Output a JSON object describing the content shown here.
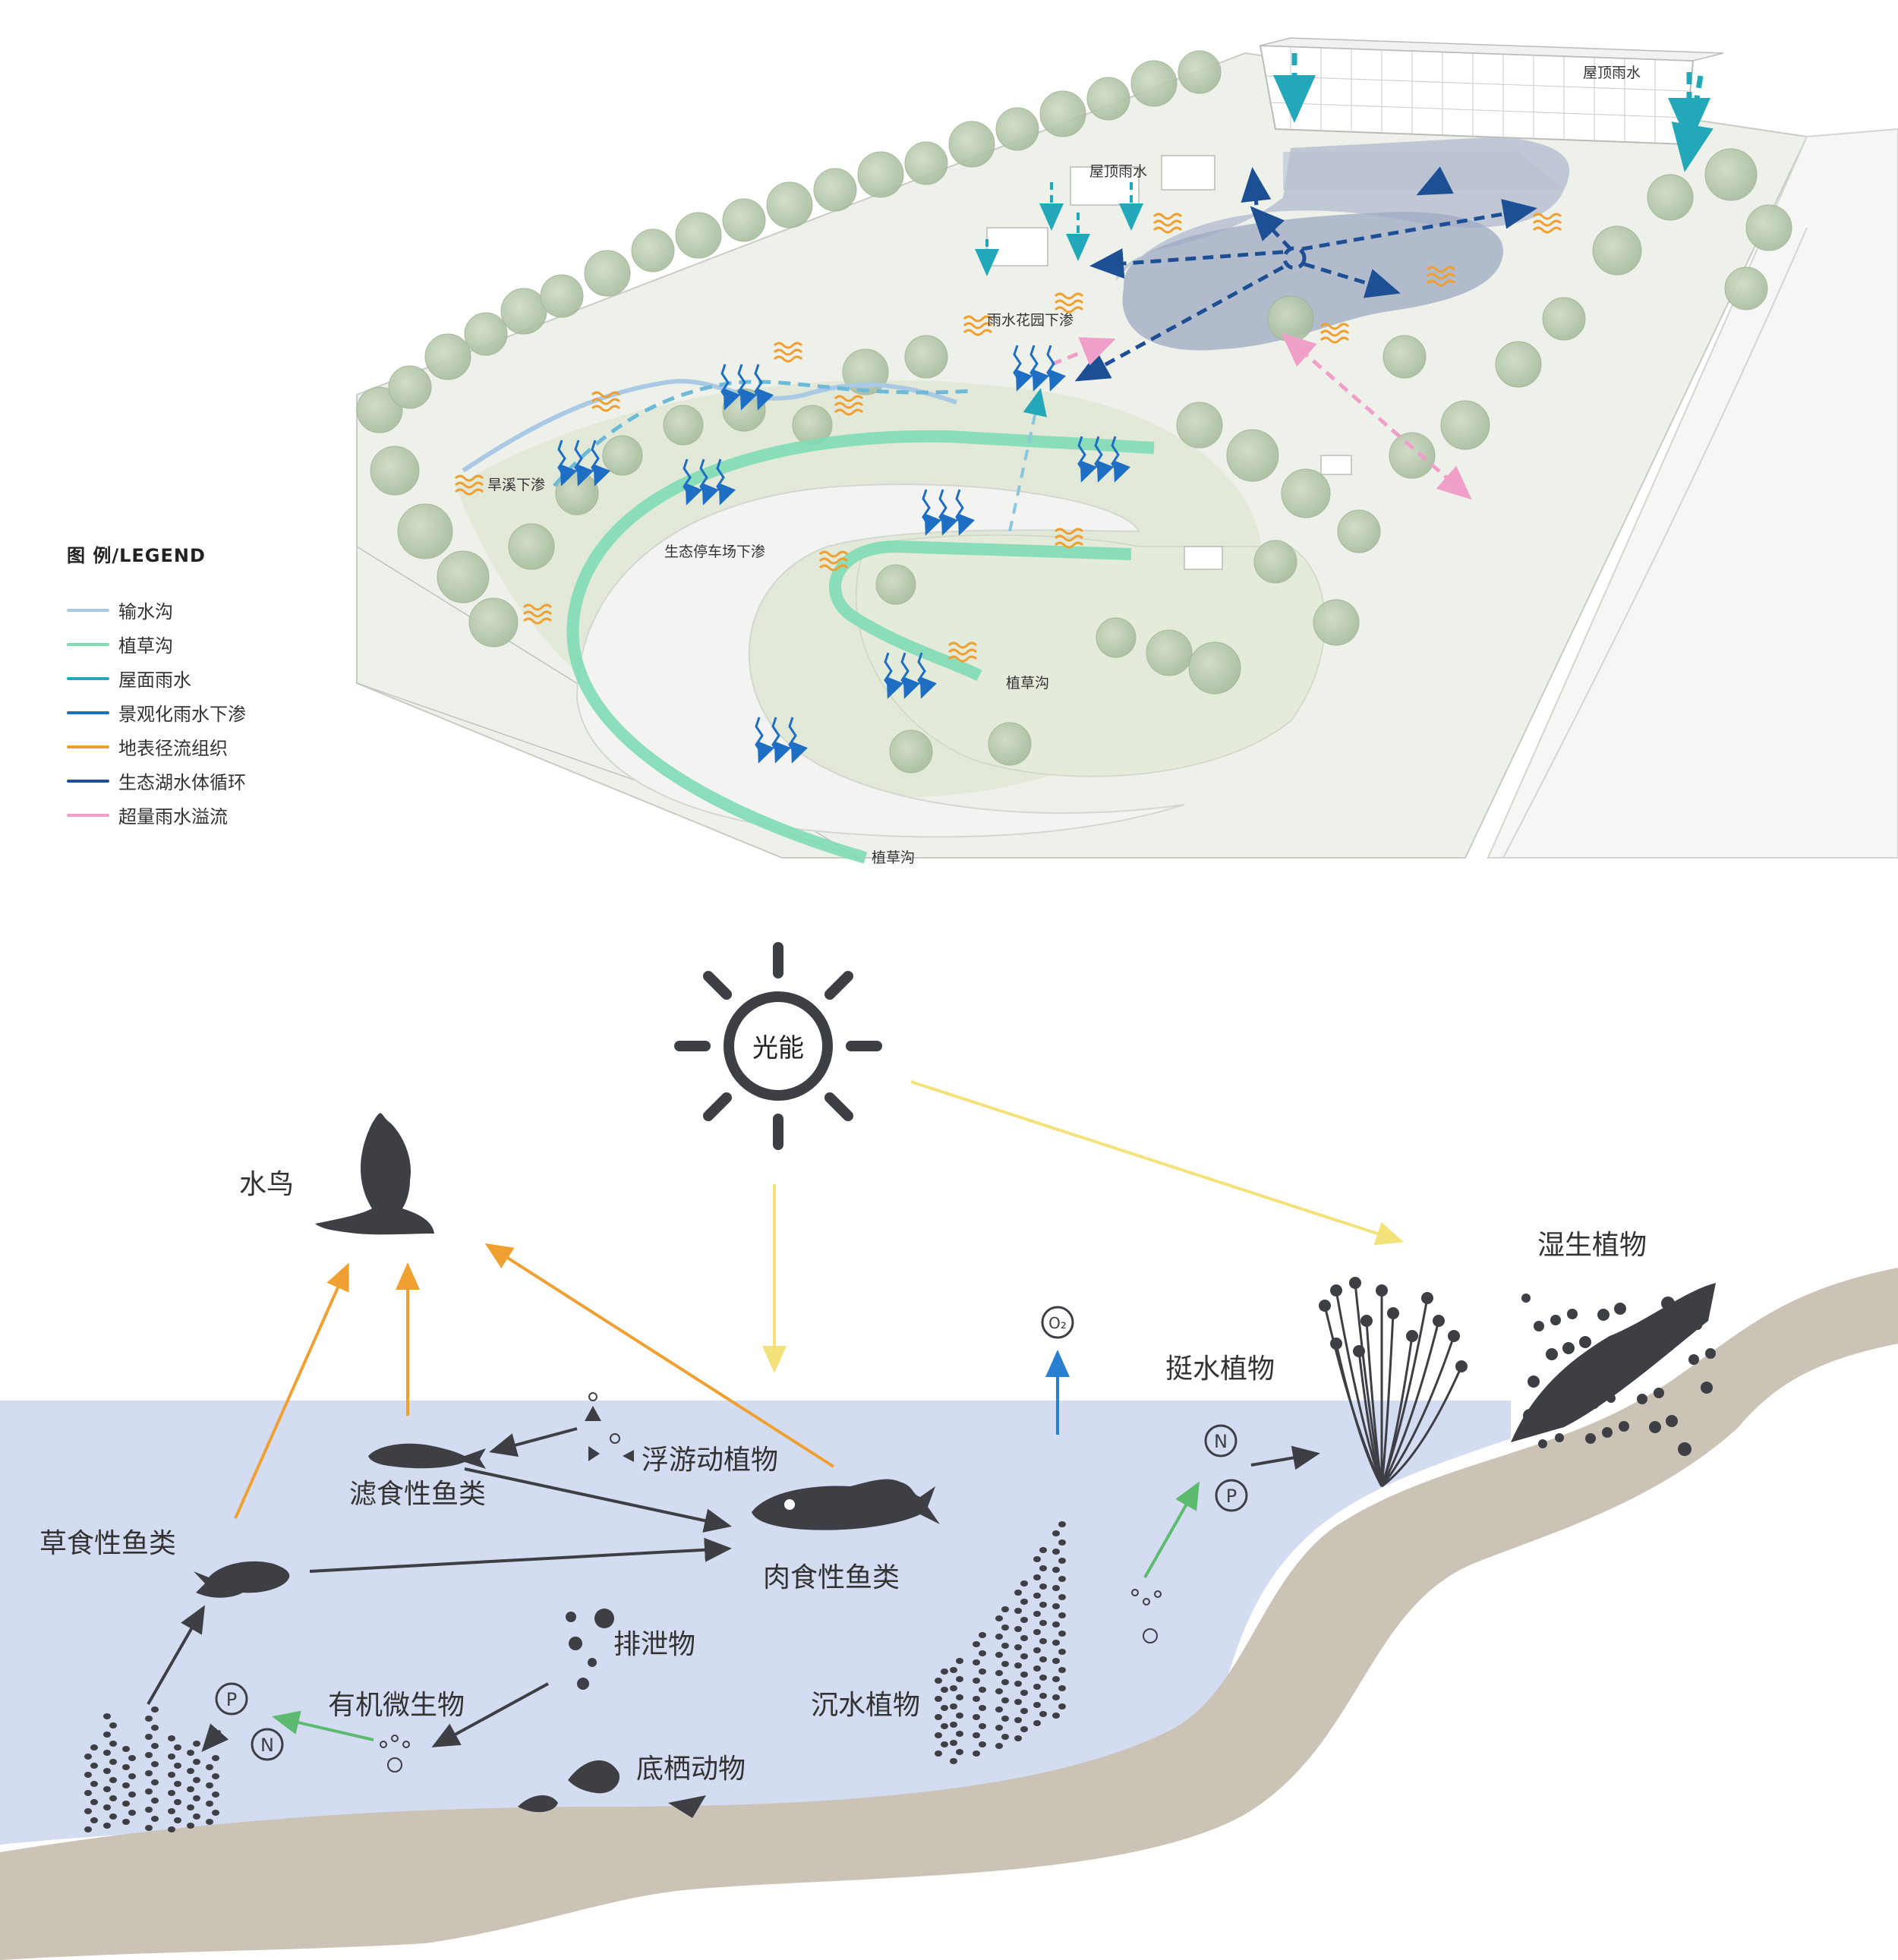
{
  "plan": {
    "labels": {
      "roof_rain_right": "屋顶雨水",
      "roof_rain_mid": "屋顶雨水",
      "rain_garden": "雨水花园下渗",
      "dry_creek": "旱溪下渗",
      "eco_parking": "生态停车场下渗",
      "swale_mid": "植草沟",
      "swale_bottom": "植草沟"
    }
  },
  "legend": {
    "title": "图  例/LEGEND",
    "items": [
      {
        "label": "输水沟",
        "color": "#a9c9e4"
      },
      {
        "label": "植草沟",
        "color": "#7fdcb5"
      },
      {
        "label": "屋面雨水",
        "color": "#22a8b8"
      },
      {
        "label": "景观化雨水下渗",
        "color": "#1e6fc4"
      },
      {
        "label": "地表径流组织",
        "color": "#f0a030"
      },
      {
        "label": "生态湖水体循环",
        "color": "#1d4f94"
      },
      {
        "label": "超量雨水溢流",
        "color": "#f0a0c8"
      }
    ]
  },
  "ecosystem": {
    "sun": "光能",
    "bird": "水鸟",
    "wetland_plants": "湿生植物",
    "emergent_plants": "挺水植物",
    "plankton": "浮游动植物",
    "filter_fish": "滤食性鱼类",
    "herbivore_fish": "草食性鱼类",
    "carnivore_fish": "肉食性鱼类",
    "excreta": "排泄物",
    "microbes": "有机微生物",
    "submerged_plants": "沉水植物",
    "benthic": "底栖动物",
    "n_symbol": "N",
    "p_symbol": "P",
    "o2_symbol": "O₂"
  },
  "colors": {
    "water": "#d4dcf2",
    "ground": "#cbc3b5",
    "energy_arrow": "#f3e27a",
    "food_arrow": "#f0a030",
    "nutrient_arrow": "#5cbb6e",
    "oxygen_arrow": "#2a7fd0",
    "dark": "#3d3f45"
  }
}
